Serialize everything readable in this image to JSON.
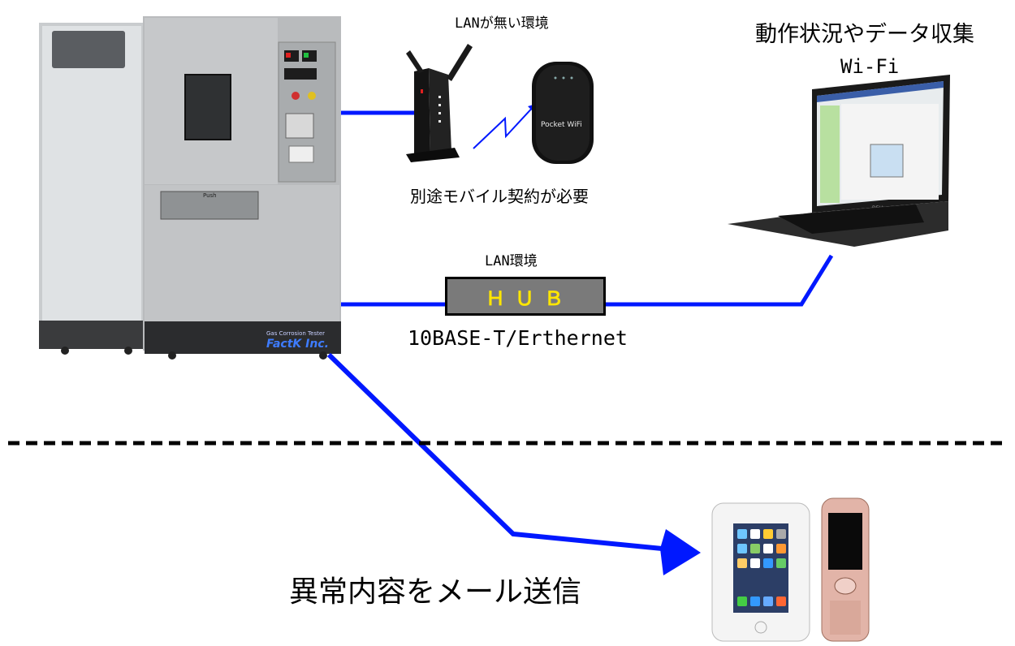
{
  "labels": {
    "lan_none": "LANが無い環境",
    "top_right_title": "動作状況やデータ収集",
    "wifi": "Wi-Fi",
    "mobile_contract": "別途モバイル契約が必要",
    "lan_env": "LAN環境",
    "hub": "ＨＵＢ",
    "ethernet": "10BASE-T/Erthernet",
    "email": "異常内容をメール送信"
  },
  "device_text": {
    "tester_small": "Gas Corrosion Tester",
    "tester_brand": "FactK Inc.",
    "pocket_wifi": "Pocket WiFi",
    "laptop_brand": "DELL",
    "drawer_push": "Push"
  },
  "colors": {
    "connection_line": "#0018ff",
    "hub_fill": "#7a7a7a",
    "hub_text": "#ffe600"
  }
}
